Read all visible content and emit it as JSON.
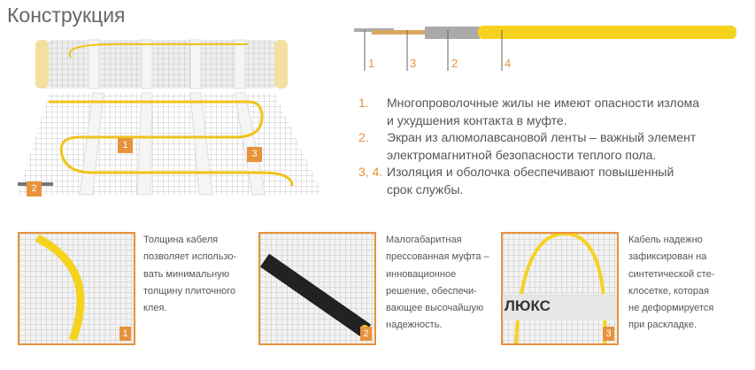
{
  "title": "Конструкция",
  "mat_labels": [
    "1",
    "2",
    "3"
  ],
  "cable_labels": [
    "1",
    "3",
    "2",
    "4"
  ],
  "features": [
    {
      "num": "1.",
      "text": [
        "Многопроволочные жилы не имеют опасности излома",
        "и ухудшения контакта в муфте."
      ]
    },
    {
      "num": "2.",
      "text": [
        "Экран из алюмолавсановой ленты – важный элемент",
        "электромагнитной безопасности теплого пола."
      ]
    },
    {
      "num": "3, 4.",
      "text": [
        "Изоляция и оболочка обеспечивают повышенный",
        "срок службы."
      ]
    }
  ],
  "details": [
    {
      "badge": "1",
      "lines": [
        "Толщина кабеля",
        "позволяет использо-",
        "вать минимальную",
        "толщину плиточного",
        "клея."
      ]
    },
    {
      "badge": "2",
      "lines": [
        "Малогабаритная",
        "прессованная муфта –",
        "инновационное",
        "решение, обеспечи-",
        "вающее высочайшую",
        "надежность."
      ]
    },
    {
      "badge": "3",
      "lines": [
        "Кабель надежно",
        "зафиксирован на",
        "синтетической сте-",
        "клосетке, которая",
        "не деформируется",
        "при раскладке."
      ]
    }
  ],
  "brand_text": "ЛЮКС",
  "colors": {
    "accent": "#e8923a",
    "cable": "#f5d21e"
  }
}
